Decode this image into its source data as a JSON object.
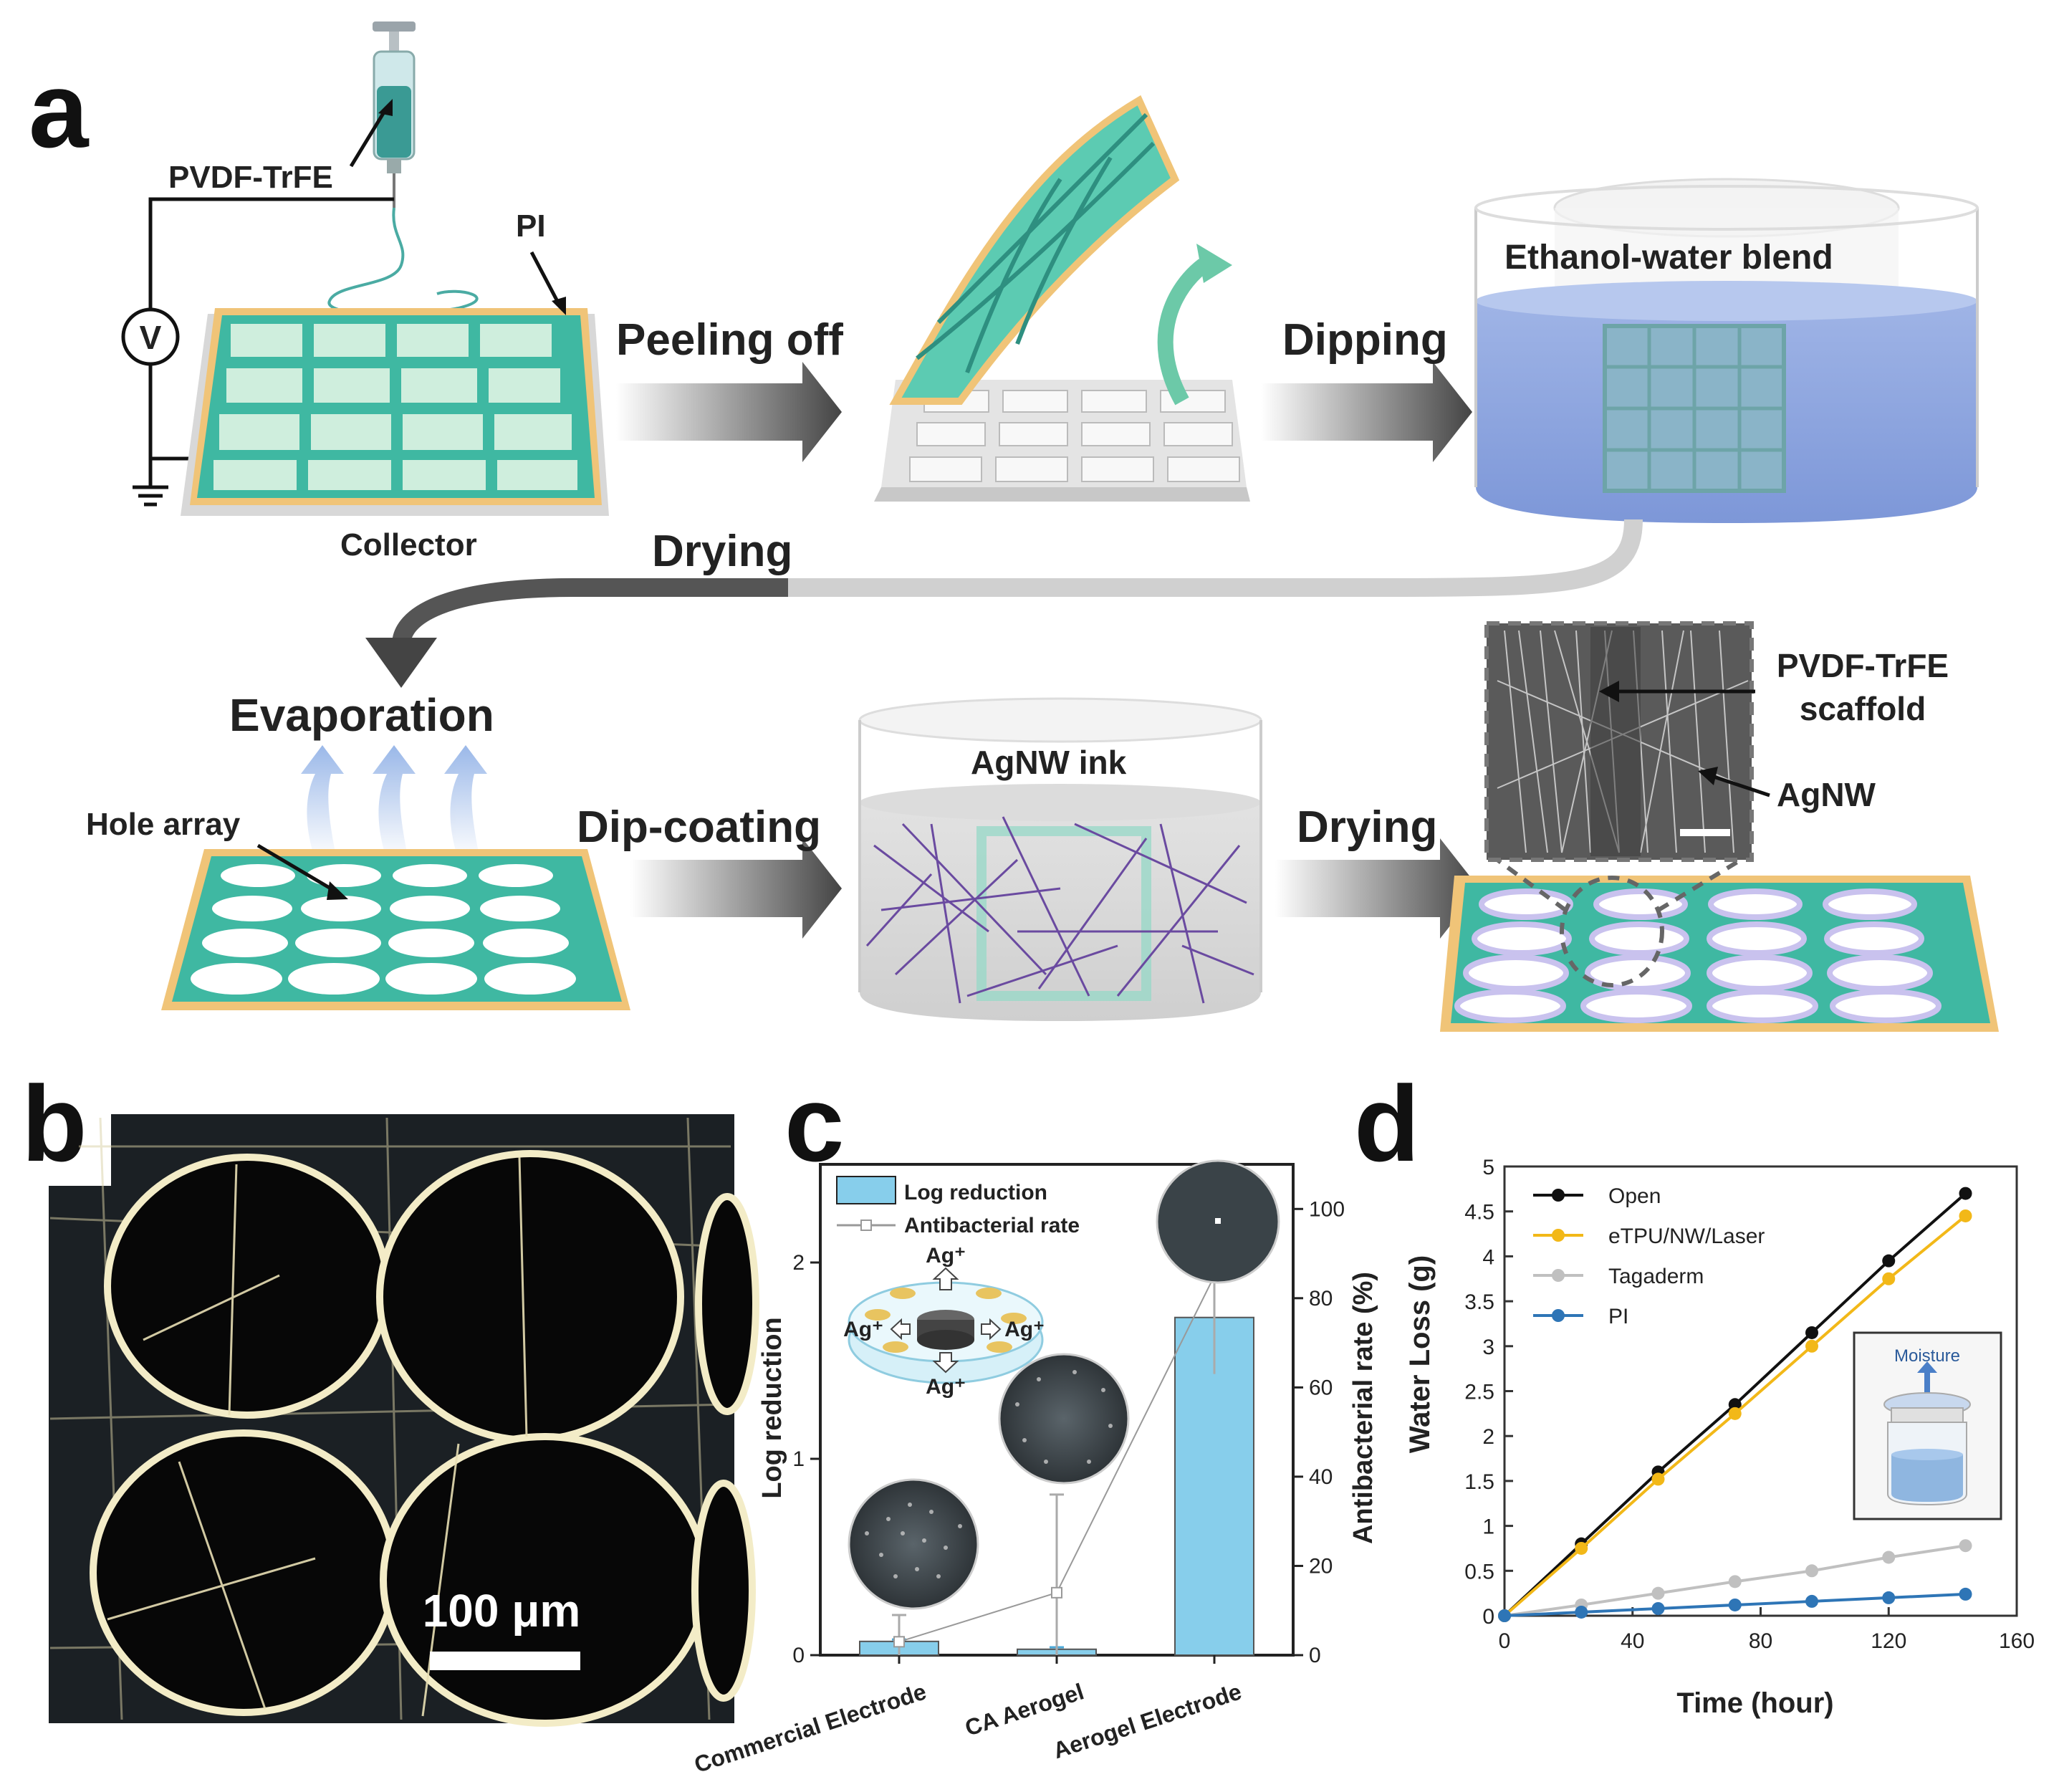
{
  "panel_a": {
    "letter": "a",
    "labels": {
      "pvdf": "PVDF-TrFE",
      "pi": "PI",
      "volt": "V",
      "collector": "Collector",
      "peeling": "Peeling off",
      "dipping": "Dipping",
      "ethanol": "Ethanol-water blend",
      "drying1": "Drying",
      "evaporation": "Evaporation",
      "hole_array": "Hole array",
      "dip_coating": "Dip-coating",
      "agnw_ink": "AgNW ink",
      "drying2": "Drying",
      "scaffold_line1": "PVDF-TrFE",
      "scaffold_line2": "scaffold",
      "agnw": "AgNW"
    }
  },
  "panel_b": {
    "letter": "b",
    "scalebar": "100 μm"
  },
  "panel_c": {
    "letter": "c",
    "ion": "Ag⁺",
    "chart_data": {
      "type": "bar",
      "categories": [
        "Commercial Electrode",
        "CA Aerogel",
        "Aerogel Electrode"
      ],
      "series": [
        {
          "name": "Log reduction",
          "values": [
            0.07,
            0.03,
            1.72
          ],
          "errors": [
            0.01,
            0.01,
            0.21
          ],
          "axis": "left"
        },
        {
          "name": "Antibacterial rate",
          "values": [
            3,
            14,
            85
          ],
          "errors": [
            6,
            22,
            22
          ],
          "axis": "right"
        }
      ],
      "ylabel": "Log reduction",
      "y2label": "Antibacterial rate (%)",
      "ylim": [
        0,
        2.5
      ],
      "y2lim": [
        0,
        110
      ],
      "yticks": [
        0,
        1,
        2
      ],
      "y2ticks": [
        0,
        20,
        40,
        60,
        80,
        100
      ],
      "legend": "top-left",
      "colors": {
        "bar": "#87CEEB",
        "line": "#999999"
      }
    }
  },
  "panel_d": {
    "letter": "d",
    "inset_label": "Moisture",
    "chart_data": {
      "type": "line",
      "x": [
        0,
        24,
        48,
        72,
        96,
        120,
        144
      ],
      "series": [
        {
          "name": "Open",
          "color": "#111111",
          "values": [
            0,
            0.8,
            1.6,
            2.35,
            3.15,
            3.95,
            4.7
          ]
        },
        {
          "name": "eTPU/NW/Laser",
          "color": "#F2B818",
          "values": [
            0,
            0.75,
            1.52,
            2.25,
            3.0,
            3.75,
            4.45
          ]
        },
        {
          "name": "Tagaderm",
          "color": "#C0C0C0",
          "values": [
            0,
            0.12,
            0.25,
            0.38,
            0.5,
            0.65,
            0.78
          ]
        },
        {
          "name": "PI",
          "color": "#2E75B6",
          "values": [
            0,
            0.04,
            0.08,
            0.12,
            0.16,
            0.2,
            0.24
          ]
        }
      ],
      "xlabel": "Time (hour)",
      "ylabel": "Water Loss (g)",
      "xlim": [
        0,
        160
      ],
      "ylim": [
        0,
        5
      ],
      "xticks": [
        0,
        40,
        80,
        120,
        160
      ],
      "yticks": [
        "0",
        "0.5",
        "1",
        "1.5",
        "2",
        "2.5",
        "3",
        "3.5",
        "4",
        "4.5",
        "5"
      ],
      "legend": "top-left"
    }
  }
}
